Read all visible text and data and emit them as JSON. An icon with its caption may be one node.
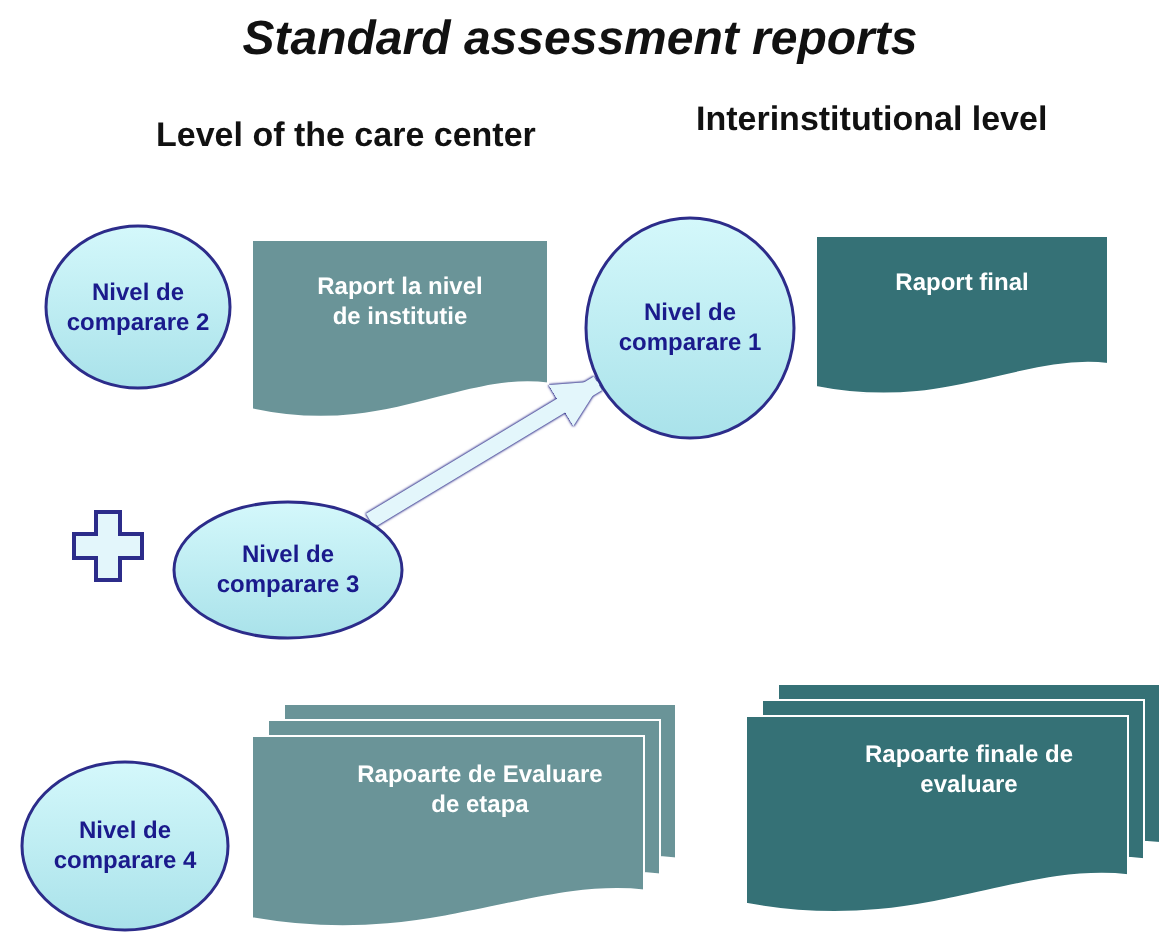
{
  "diagram": {
    "title": "Standard assessment reports",
    "nodes": [
      {
        "text": [
          "Nivel de comparare 2"
        ]
      },
      {
        "text": [
          "Raport la nivel de institutie"
        ]
      },
      {
        "text": [
          "Nivel de comparare 1"
        ]
      },
      {
        "text": [
          "Raport final"
        ]
      },
      {
        "text": [
          "Nivel de comparare 3"
        ]
      },
      {
        "text": [
          "Nivel de comparare 4"
        ]
      },
      {
        "text": [
          "Rapoarte de Evaluare de etapa"
        ]
      },
      {
        "text": [
          "Rapoarte finale de evaluare"
        ]
      }
    ],
    "edges": [
      {
        "from": 4,
        "to": 2,
        "arrow": "to"
      }
    ],
    "labels": [
      "Level of the care center",
      "Interinstitutional level"
    ]
  }
}
